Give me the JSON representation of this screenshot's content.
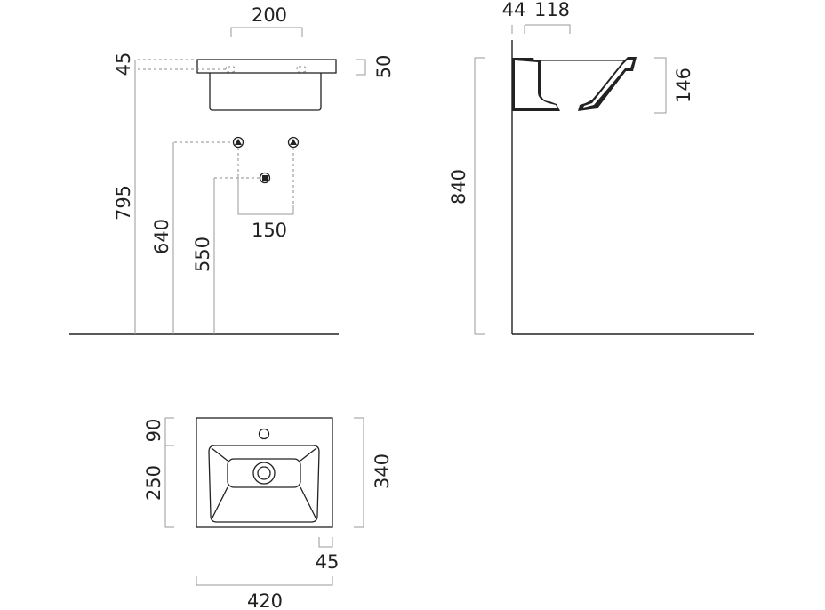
{
  "front_view": {
    "dims": {
      "width_top": "200",
      "rim_offset": "45",
      "rim_thickness": "50",
      "height_rim": "795",
      "height_supply": "640",
      "height_drain": "550",
      "supply_spacing": "150"
    }
  },
  "side_view": {
    "dims": {
      "wall_offset": "44",
      "bowl_offset": "118",
      "basin_depth": "146",
      "total_height": "840"
    }
  },
  "plan_view": {
    "dims": {
      "top_margin": "90",
      "bowl_depth": "250",
      "total_depth": "340",
      "side_margin": "45",
      "total_width": "420"
    }
  },
  "colors": {
    "line": "#222222",
    "dimension": "#9a9a9a"
  }
}
